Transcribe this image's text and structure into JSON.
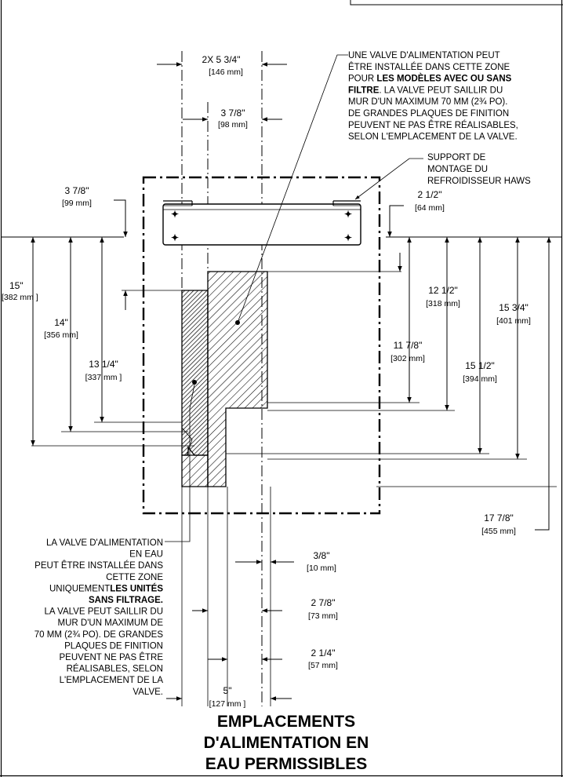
{
  "title": [
    "EMPLACEMENTS",
    "D'ALIMENTATION EN",
    "EAU PERMISSIBLES"
  ],
  "note_top": [
    {
      "parts": [
        {
          "t": "UNE VALVE D'ALIMENTATION PEUT"
        }
      ]
    },
    {
      "parts": [
        {
          "t": "ÊTRE INSTALLÉE DANS CETTE ZONE"
        }
      ]
    },
    {
      "parts": [
        {
          "t": "POUR "
        },
        {
          "t": "LES MODÈLES AVEC OU SANS",
          "b": true
        }
      ]
    },
    {
      "parts": [
        {
          "t": "FILTRE",
          "b": true
        },
        {
          "t": ". LA VALVE PEUT SAILLIR DU"
        }
      ]
    },
    {
      "parts": [
        {
          "t": "MUR D'UN MAXIMUM 70 MM (2¾ PO)."
        }
      ]
    },
    {
      "parts": [
        {
          "t": "DE GRANDES PLAQUES DE FINITION"
        }
      ]
    },
    {
      "parts": [
        {
          "t": "PEUVENT NE PAS ÊTRE RÉALISABLES,"
        }
      ]
    },
    {
      "parts": [
        {
          "t": "SELON L'EMPLACEMENT DE LA VALVE."
        }
      ]
    }
  ],
  "note_bracket": [
    "SUPPORT DE",
    "MONTAGE DU",
    "REFROIDISSEUR HAWS"
  ],
  "note_left": [
    {
      "parts": [
        {
          "t": "LA VALVE D'ALIMENTATION"
        }
      ]
    },
    {
      "parts": [
        {
          "t": "EN EAU"
        }
      ]
    },
    {
      "parts": [
        {
          "t": "PEUT ÊTRE INSTALLÉE DANS"
        }
      ]
    },
    {
      "parts": [
        {
          "t": "CETTE ZONE"
        }
      ]
    },
    {
      "parts": [
        {
          "t": "UNIQUEMENT"
        },
        {
          "t": "LES UNITÉS",
          "b": true
        }
      ]
    },
    {
      "parts": [
        {
          "t": "SANS FILTRAGE.",
          "b": true
        }
      ]
    },
    {
      "parts": [
        {
          "t": "LA VALVE PEUT SAILLIR DU"
        }
      ]
    },
    {
      "parts": [
        {
          "t": "MUR D'UN MAXIMUM DE"
        }
      ]
    },
    {
      "parts": [
        {
          "t": "70 MM (2¾ PO). DE GRANDES"
        }
      ]
    },
    {
      "parts": [
        {
          "t": "PLAQUES DE FINITION"
        }
      ]
    },
    {
      "parts": [
        {
          "t": "PEUVENT NE PAS ÊTRE"
        }
      ]
    },
    {
      "parts": [
        {
          "t": "RÉALISABLES, SELON"
        }
      ]
    },
    {
      "parts": [
        {
          "t": "L'EMPLACEMENT DE LA"
        }
      ]
    },
    {
      "parts": [
        {
          "t": "VALVE."
        }
      ]
    }
  ],
  "dims": {
    "w_2x": {
      "in": "2X   5 3/4\"",
      "mm": "[146 mm]"
    },
    "w_3_78": {
      "in": "3 7/8\"",
      "mm": "[98 mm]"
    },
    "h_3_78": {
      "in": "3 7/8\"",
      "mm": "[99 mm]"
    },
    "h_2_12": {
      "in": "2 1/2\"",
      "mm": "[64 mm]"
    },
    "h_15": {
      "in": "15\"",
      "mm": "[382 mm ]"
    },
    "h_14": {
      "in": "14\"",
      "mm": "[356 mm]"
    },
    "h_13_14": {
      "in": "13 1/4\"",
      "mm": "[337 mm ]"
    },
    "h_12_12": {
      "in": "12 1/2\"",
      "mm": "[318 mm]"
    },
    "h_11_78": {
      "in": "11 7/8\"",
      "mm": "[302 mm]"
    },
    "h_15_34": {
      "in": "15 3/4\"",
      "mm": "[401 mm]"
    },
    "h_15_12": {
      "in": "15 1/2\"",
      "mm": "[394 mm]"
    },
    "h_17_78": {
      "in": "17 7/8\"",
      "mm": "[455 mm]"
    },
    "w_3_8": {
      "in": "3/8\"",
      "mm": "[10 mm]"
    },
    "w_2_78": {
      "in": "2 7/8\"",
      "mm": "[73 mm]"
    },
    "w_2_14": {
      "in": "2 1/4\"",
      "mm": "[57 mm]"
    },
    "w_5": {
      "in": "5\"",
      "mm": "[127 mm ]"
    }
  }
}
